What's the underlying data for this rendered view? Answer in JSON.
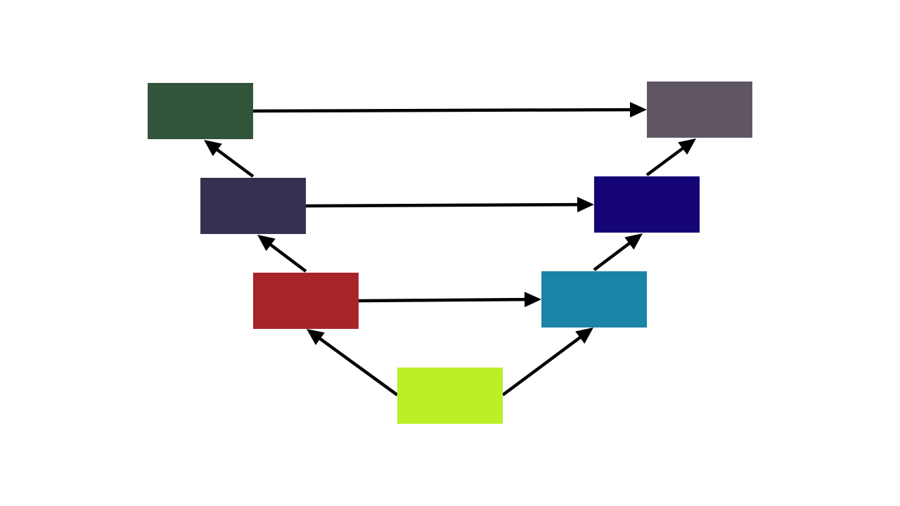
{
  "diagram": {
    "nodes": [
      {
        "id": "left-top",
        "color": "#31543A"
      },
      {
        "id": "left-upper-mid",
        "color": "#383050"
      },
      {
        "id": "left-lower-mid",
        "color": "#A82428"
      },
      {
        "id": "bottom",
        "color": "#BBEF27"
      },
      {
        "id": "right-lower-mid",
        "color": "#1A84A6"
      },
      {
        "id": "right-upper-mid",
        "color": "#150476"
      },
      {
        "id": "right-top",
        "color": "#605663"
      }
    ],
    "edges": [
      {
        "from": "bottom",
        "to": "left-lower-mid"
      },
      {
        "from": "bottom",
        "to": "right-lower-mid"
      },
      {
        "from": "left-lower-mid",
        "to": "left-upper-mid"
      },
      {
        "from": "left-upper-mid",
        "to": "left-top"
      },
      {
        "from": "right-lower-mid",
        "to": "right-upper-mid"
      },
      {
        "from": "right-upper-mid",
        "to": "right-top"
      },
      {
        "from": "left-top",
        "to": "right-top"
      },
      {
        "from": "left-upper-mid",
        "to": "right-upper-mid"
      },
      {
        "from": "left-lower-mid",
        "to": "right-lower-mid"
      }
    ],
    "edge_color": "#000000"
  }
}
